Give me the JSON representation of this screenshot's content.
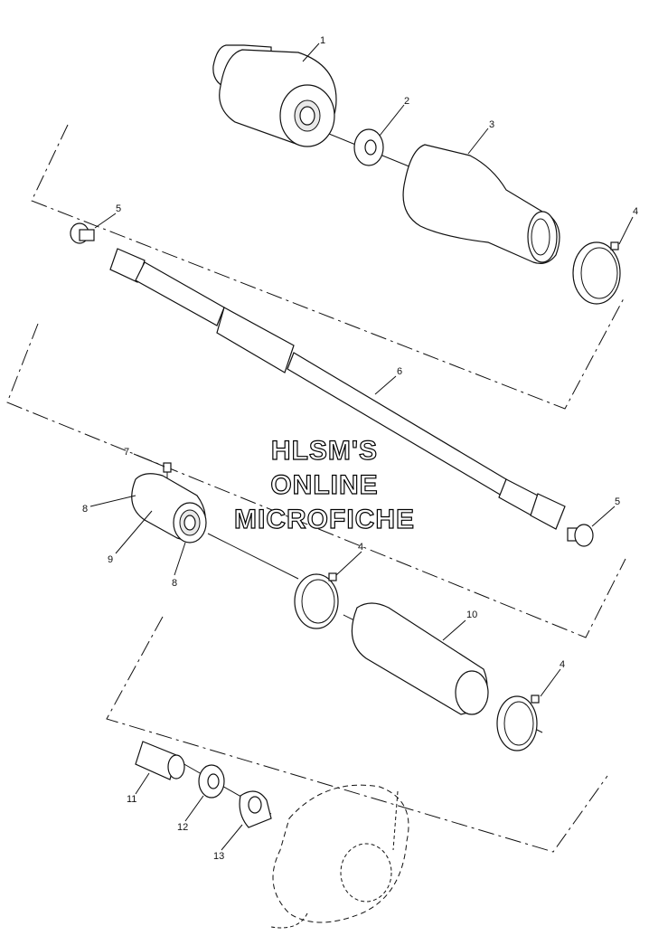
{
  "watermark": {
    "line1": "HLSM'S",
    "line2": "ONLINE",
    "line3": "MICROFICHE"
  },
  "callouts": [
    "1",
    "2",
    "3",
    "4",
    "5",
    "6",
    "7",
    "8",
    "9",
    "10",
    "11",
    "12",
    "13"
  ]
}
